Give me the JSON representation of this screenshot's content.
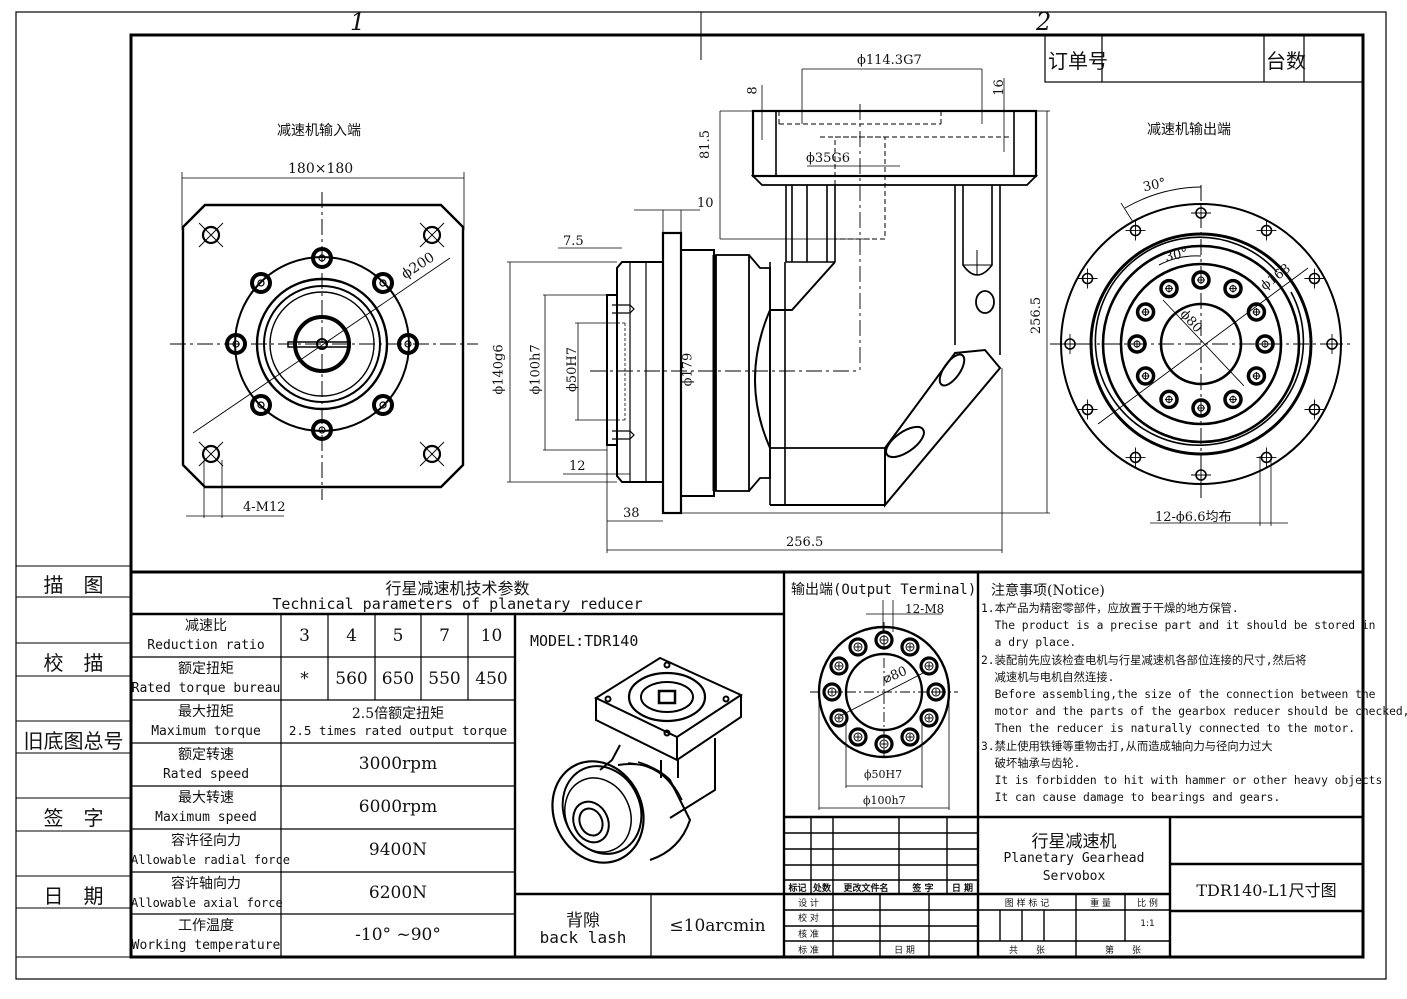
{
  "frame": {
    "zone_labels": [
      "1",
      "2"
    ]
  },
  "left_strip": {
    "rows": [
      {
        "label": "描　图",
        "value": ""
      },
      {
        "label": "校　描",
        "value": ""
      },
      {
        "label": "旧底图总号",
        "value": ""
      },
      {
        "label": "签　字",
        "value": ""
      },
      {
        "label": "日　期",
        "value": ""
      }
    ]
  },
  "order_box": {
    "order_no_label": "订单号",
    "order_no_value": "",
    "quantity_label": "台数",
    "quantity_value": ""
  },
  "views": {
    "input_view": {
      "title": "减速机输入端",
      "dim_square": "180×180",
      "dim_pcd": "ϕ200",
      "dim_holes": "4-M12"
    },
    "side_view": {
      "dim_bore_top": "ϕ114.3G7",
      "dim_8": "8",
      "dim_16": "16",
      "dim_81_5": "81.5",
      "dim_shaft": "ϕ35G6",
      "dim_10": "10",
      "dim_7_5": "7.5",
      "dim_140": "ϕ140g6",
      "dim_100": "ϕ100h7",
      "dim_50": "ϕ50H7",
      "dim_179": "ϕ179",
      "dim_12": "12",
      "dim_38": "38",
      "dim_height": "256.5",
      "dim_length": "256.5"
    },
    "output_view": {
      "title": "减速机输出端",
      "angle_outer": "30°",
      "angle_inner": "30°",
      "dim_168": "ϕ168",
      "dim_80": "ϕ80",
      "dim_holes": "12-ϕ6.6均布"
    }
  },
  "tech_params": {
    "title_cn": "行星减速机技术参数",
    "title_en": "Technical parameters of planetary reducer",
    "rows": [
      {
        "cn": "减速比",
        "en": "Reduction ratio",
        "values": [
          "3",
          "4",
          "5",
          "7",
          "10"
        ]
      },
      {
        "cn": "额定扭矩",
        "en": "Rated torque bureau",
        "values": [
          "*",
          "560",
          "650",
          "550",
          "450"
        ]
      },
      {
        "cn": "最大扭矩",
        "en": "Maximum torque",
        "value_cn": "2.5倍额定扭矩",
        "value_en": "2.5 times rated output torque"
      },
      {
        "cn": "额定转速",
        "en": "Rated speed",
        "value": "3000rpm"
      },
      {
        "cn": "最大转速",
        "en": "Maximum speed",
        "value": "6000rpm"
      },
      {
        "cn": "容许径向力",
        "en": "Allowable radial force",
        "value": "9400N"
      },
      {
        "cn": "容许轴向力",
        "en": "Allowable axial force",
        "value": "6200N"
      },
      {
        "cn": "工作温度",
        "en": "Working temperature",
        "value": "-10° ~90°"
      }
    ]
  },
  "model": {
    "label": "MODEL:TDR140",
    "backlash_cn": "背隙",
    "backlash_en": "back lash",
    "backlash_value": "≤10arcmin"
  },
  "output_terminal": {
    "title": "输出端(Output Terminal)",
    "dim_holes": "12-M8",
    "dim_80": "⌀80",
    "dim_50": "ϕ50H7",
    "dim_100": "ϕ100h7"
  },
  "notice": {
    "title": "注意事项(Notice)",
    "lines": [
      "1.本产品为精密零部件，应放置于干燥的地方保管.",
      "  The product is a precise part and it should be stored in",
      "  a dry place.",
      "2.装配前先应该检查电机与行星减速机各部位连接的尺寸,然后将",
      "  减速机与电机自然连接.",
      "  Before assembling,the size of the connection between the",
      "  motor and the parts of the gearbox reducer should be checked,",
      "  Then the reducer is naturally connected to the motor.",
      "3.禁止使用铁锤等重物击打,从而造成轴向力与径向力过大",
      "  破坏轴承与齿轮.",
      "  It is forbidden to hit with hammer or other heavy objects",
      "  It can cause damage to bearings and gears."
    ]
  },
  "title_block": {
    "rev_headers": [
      "标记",
      "处数",
      "更改文件名",
      "签 字",
      "日 期"
    ],
    "sign_rows": [
      "设 计",
      "校 对",
      "核 准",
      "标 准"
    ],
    "date_label": "日 期",
    "product_cn": "行星减速机",
    "product_en1": "Planetary Gearhead",
    "product_en2": "Servobox",
    "drawing_title": "TDR140-L1尺寸图",
    "pattern_label": "图 样 标 记",
    "weight_label": "重 量",
    "scale_label": "比 例",
    "scale_value": "1:1",
    "total_sheets": "共　　张",
    "sheet_no": "第　　张"
  }
}
